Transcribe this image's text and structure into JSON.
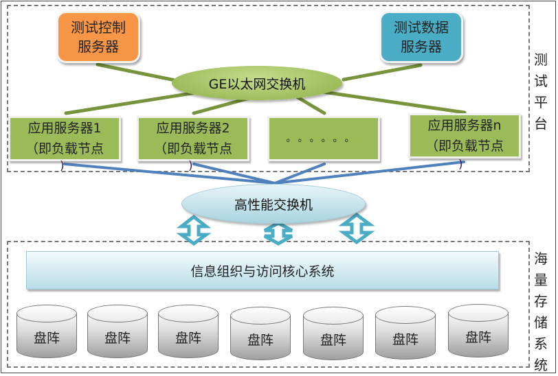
{
  "test_platform": {
    "label": "测试平台",
    "control_server": "测试控制\n服务器",
    "data_server": "测试数据\n服务器",
    "ge_switch": "GE以太网交换机",
    "app_servers": [
      {
        "line1": "应用服务器1",
        "line2": "（即负载节点"
      },
      {
        "line1": "应用服务器2",
        "line2": "（即负载节点"
      },
      {
        "line1": "。。。。。。",
        "line2": ""
      },
      {
        "line1": "应用服务器n",
        "line2": "（即负载节点"
      }
    ],
    "paren_close": ")"
  },
  "hp_switch": "高性能交换机",
  "storage": {
    "label": "海量存储系统",
    "core_system": "信息组织与访问核心系统",
    "disks": [
      "盘阵",
      "盘阵",
      "盘阵",
      "盘阵",
      "盘阵",
      "盘阵",
      "盘阵"
    ]
  },
  "colors": {
    "control_server": "#f79646",
    "data_server": "#4bacc6",
    "app_server": "#9bbb59",
    "green_link": "#77933c",
    "blue_link": "#4f81bd",
    "arrow": "#4bacc6"
  }
}
